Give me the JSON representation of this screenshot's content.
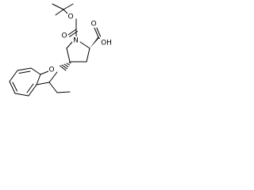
{
  "structure": {
    "atoms": [
      {
        "id": "o_carbonyl_boc",
        "symbol": "O"
      },
      {
        "id": "o_ester_boc",
        "symbol": "O"
      },
      {
        "id": "n_ring",
        "symbol": "N"
      },
      {
        "id": "o_carbonyl_acid",
        "symbol": "O"
      },
      {
        "id": "oh_acid",
        "symbol": "OH"
      },
      {
        "id": "o_ether",
        "symbol": "O"
      }
    ],
    "stereo_bonds": [
      "wedge-c2-cooh",
      "hash-c4-oxygen"
    ]
  }
}
